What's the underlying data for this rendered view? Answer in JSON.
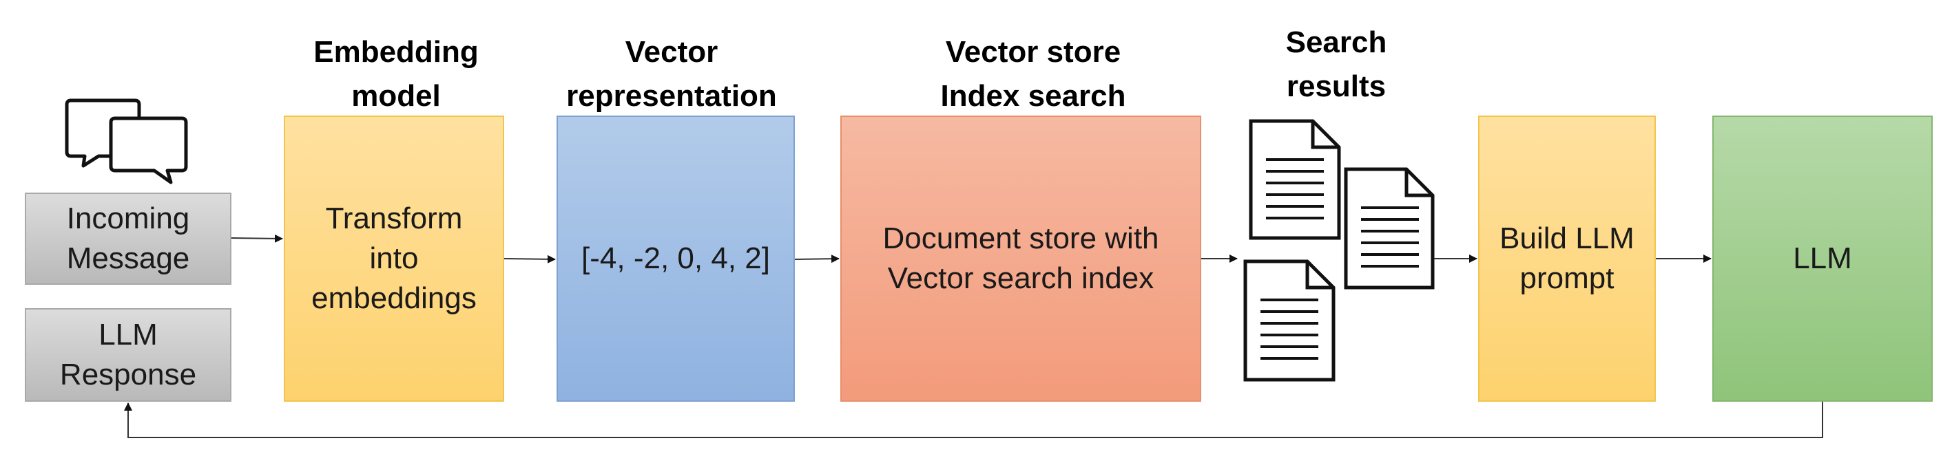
{
  "headings": {
    "embedding_model": "Embedding\nmodel",
    "vector_representation": "Vector\nrepresentation",
    "vector_store": "Vector store\nIndex search",
    "search_results": "Search\nresults"
  },
  "boxes": {
    "incoming_message": "Incoming\nMessage",
    "llm_response": "LLM\nResponse",
    "transform": "Transform\ninto\nembeddings",
    "vector": "[-4, -2, 0, 4, 2]",
    "document_store": "Document store with\nVector search index",
    "build_prompt": "Build LLM\nprompt",
    "llm": "LLM"
  },
  "icons": {
    "chat": "chat-bubbles-icon",
    "document": "document-icon"
  },
  "colors": {
    "gray": "#c8c8c8",
    "yellow": "#fdd97f",
    "blue": "#9dbbe4",
    "salmon": "#f4a98c",
    "green": "#a0cd8e",
    "arrow": "#333333"
  }
}
